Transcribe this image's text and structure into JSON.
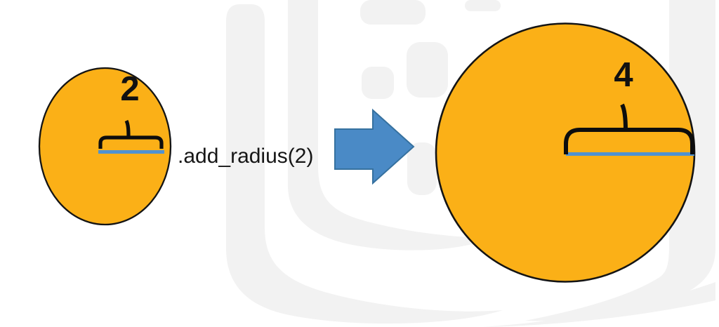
{
  "figure": {
    "before": {
      "radius_label": "2"
    },
    "operation": {
      "method_text": ".add_radius(2)"
    },
    "after": {
      "radius_label": "4"
    }
  },
  "icons": {
    "transform_arrow": "right-block-arrow",
    "watermark": "open-book-logo-with-pixel-blocks"
  },
  "colors": {
    "background": "#FFFFFF",
    "circle_fill": "#FBB017",
    "circle_outline": "#141414",
    "radius_line": "#4F92D1",
    "brace": "#0D0D0D",
    "arrow_fill": "#4A8AC6",
    "arrow_outline": "#36719F",
    "label_text": "#111111",
    "watermark": "#F2F2F2"
  }
}
